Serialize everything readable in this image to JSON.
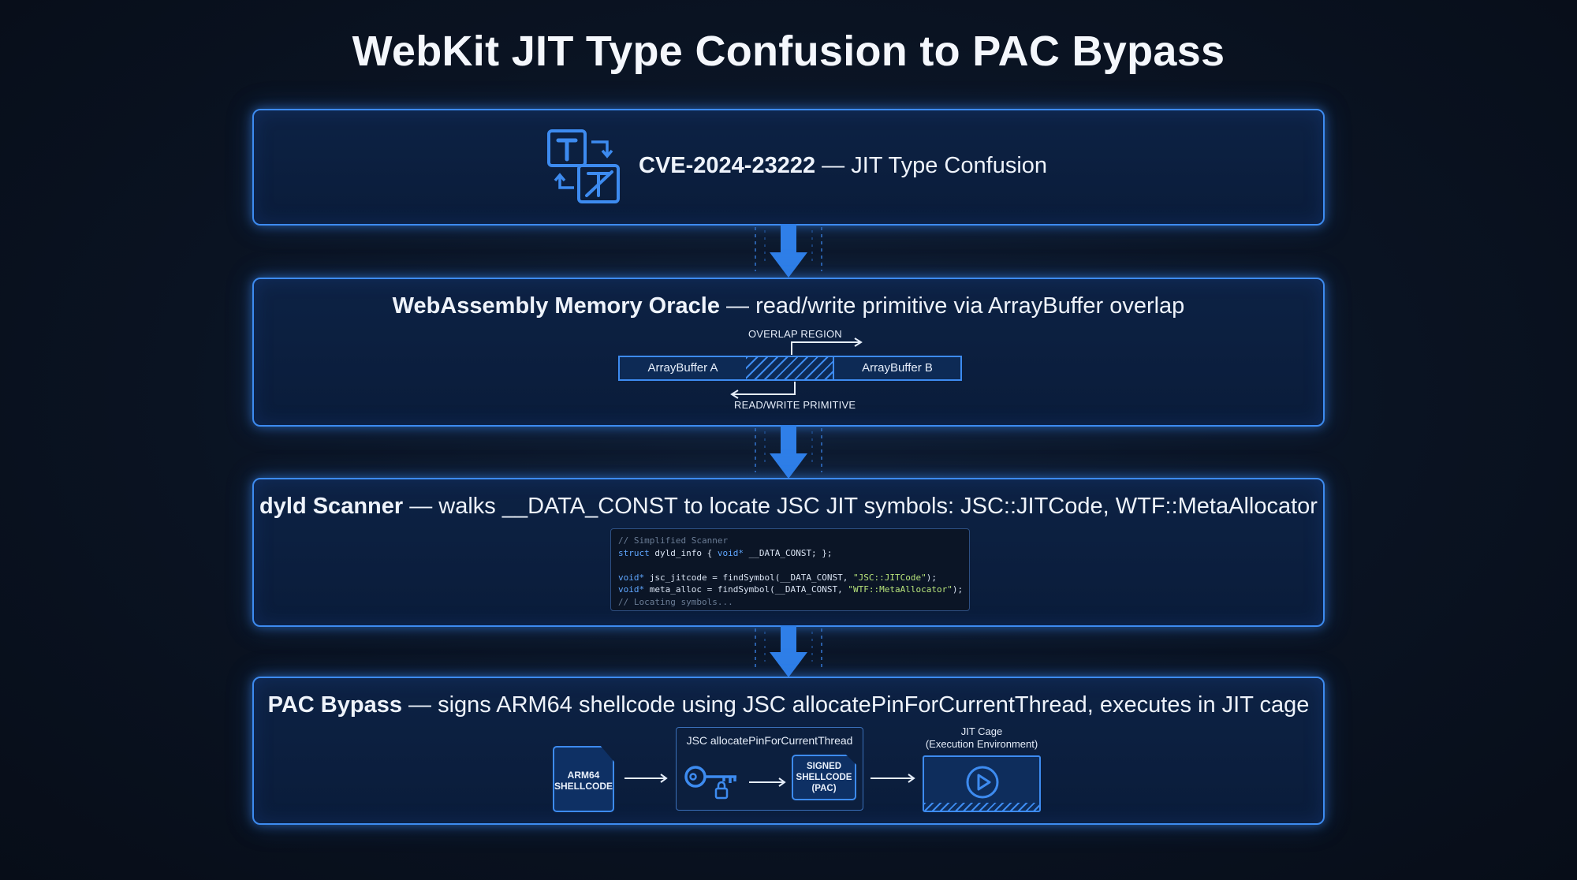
{
  "title": "WebKit JIT Type Confusion to PAC Bypass",
  "stage1": {
    "icon": "type-confusion-icon",
    "cve": "CVE-2024-23222",
    "text": " — JIT Type Confusion"
  },
  "stage2": {
    "bold": "WebAssembly Memory Oracle",
    "rest": " — read/write primitive via ArrayBuffer overlap",
    "overlap_label": "OVERLAP REGION",
    "buffer_a": "ArrayBuffer A",
    "buffer_b": "ArrayBuffer B",
    "primitive_label": "READ/WRITE PRIMITIVE"
  },
  "stage3": {
    "bold": "dyld Scanner",
    "rest": " — walks __DATA_CONST to locate JSC JIT symbols: JSC::JITCode, WTF::MetaAllocator",
    "code": {
      "line1": "// Simplified Scanner",
      "line2_kw1": "struct",
      "line2_a": " dyld_info { ",
      "line2_kw2": "void*",
      "line2_b": " __DATA_CONST; };",
      "line3_kw": "void*",
      "line3_a": " jsc_jitcode = findSymbol(__DATA_CONST, ",
      "line3_str": "\"JSC::JITCode\"",
      "line3_b": ");",
      "line4_kw": "void*",
      "line4_a": " meta_alloc = findSymbol(__DATA_CONST, ",
      "line4_str": "\"WTF::MetaAllocator\"",
      "line4_b": ");",
      "line5": "// Locating symbols..."
    }
  },
  "stage4": {
    "bold": "PAC Bypass",
    "rest": " — signs ARM64 shellcode using JSC allocatePinForCurrentThread, executes in JIT cage",
    "shellcode_l1": "ARM64",
    "shellcode_l2": "SHELLCODE",
    "jsc_label": "JSC allocatePinForCurrentThread",
    "key_icon": "key-lock-icon",
    "signed_l1": "SIGNED",
    "signed_l2": "SHELLCODE",
    "signed_l3": "(PAC)",
    "cage_l1": "JIT Cage",
    "cage_l2": "(Execution Environment)",
    "play_icon": "play-icon"
  },
  "colors": {
    "accent": "#3d8bf0",
    "background": "#0a1322",
    "panel": "#0d2244"
  }
}
